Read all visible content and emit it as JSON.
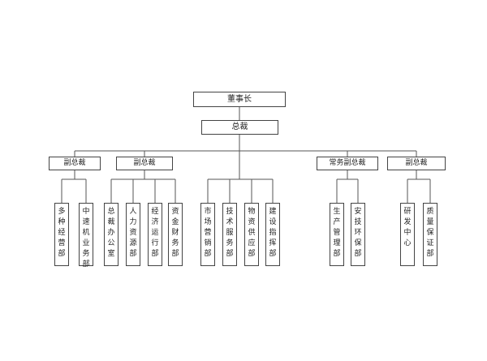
{
  "org": {
    "chairman": "董事长",
    "president": "总裁",
    "vp1": "副总裁",
    "vp2": "副总裁",
    "vp3": "常务副总裁",
    "vp4": "副总裁",
    "d1": "多种经营部",
    "d2": "中速机业务部",
    "d3": "总裁办公室",
    "d4": "人力资源部",
    "d5": "经济运行部",
    "d6": "资金财务部",
    "d7": "市场营销部",
    "d8": "技术服务部",
    "d9": "物资供应部",
    "d10": "建设指挥部",
    "d11": "生产管理部",
    "d12": "安技环保部",
    "d13": "研发中心",
    "d14": "质量保证部"
  }
}
